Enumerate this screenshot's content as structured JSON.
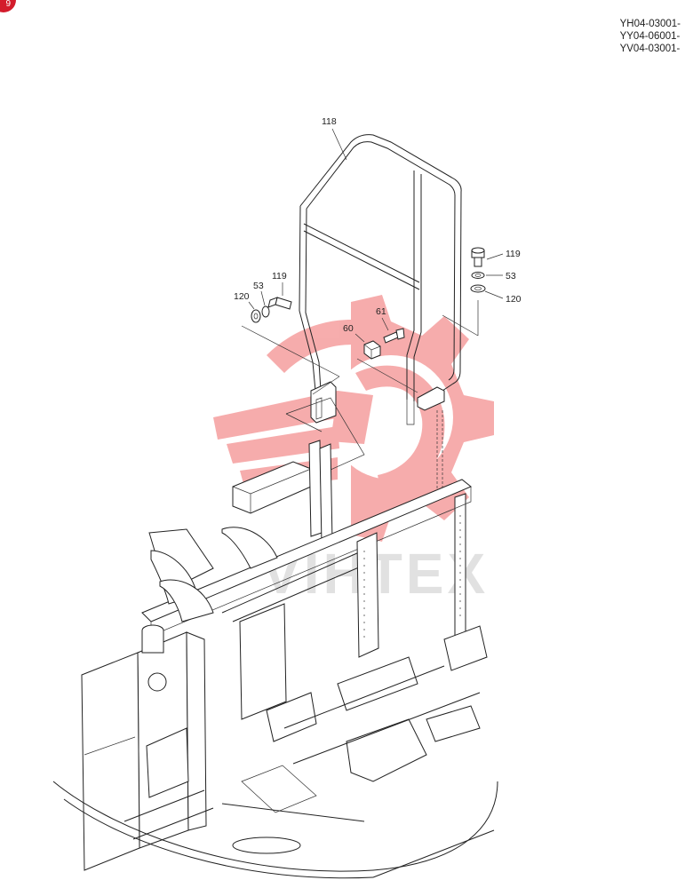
{
  "serial_numbers": [
    "YH04-03001-",
    "YY04-06001-",
    "YV04-03001-"
  ],
  "page_marker": "9",
  "watermark": {
    "text": "VIHTEX",
    "color": "#f08080"
  },
  "callouts": {
    "guard": "118",
    "bolt_right": "119",
    "lockwasher_right": "53",
    "washer_right": "120",
    "bolt_left": "119",
    "lockwasher_left": "53",
    "washer_left": "120",
    "bolt_center": "61",
    "spacer_center": "60"
  },
  "colors": {
    "line": "#222222",
    "badge": "#d31c2c",
    "watermark_gear": "#f06a6a"
  }
}
